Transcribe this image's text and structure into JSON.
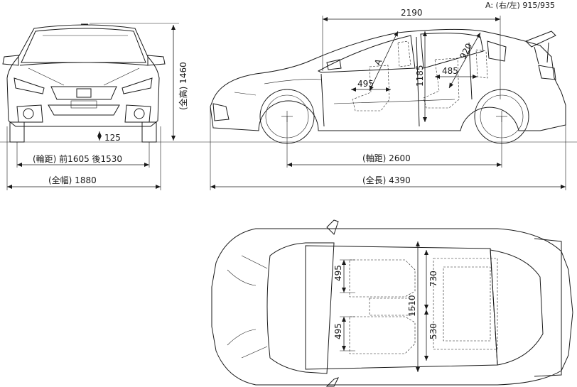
{
  "front_view": {
    "overall_height": "(全高) 1460",
    "ground_clearance": "125",
    "tread": "(輪距) 前1605 後1530",
    "overall_width": "(全幅) 1880"
  },
  "side_view": {
    "roof_length": "2190",
    "note": "A: (右/左) 915/935",
    "diag_a": "A",
    "diag_920": "920",
    "seat_495": "495",
    "height_1185": "1185",
    "seat_485": "485",
    "wheelbase": "(軸距) 2600",
    "overall_length": "(全長) 4390"
  },
  "top_view": {
    "seat_495_top": "495",
    "seat_495_bottom": "495",
    "cabin_1510": "1510",
    "rear_730": "730",
    "rear_530": "530"
  }
}
